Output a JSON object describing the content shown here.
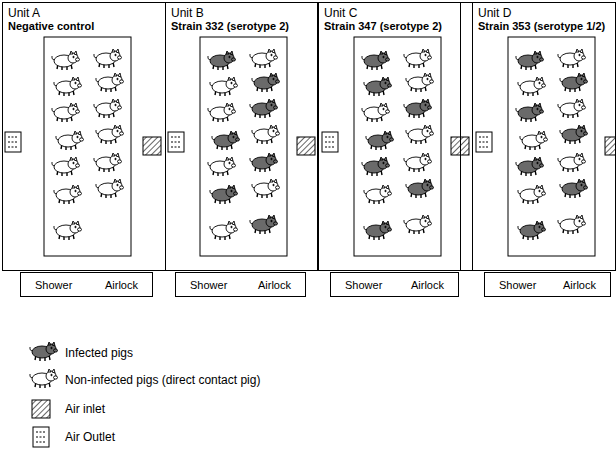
{
  "diagram": {
    "nodes": [
      {
        "text": [
          "Unit A",
          "Negative control"
        ]
      },
      {
        "text": [
          "Unit B",
          "Strain 332 (serotype 2)"
        ]
      },
      {
        "text": [
          "Unit C",
          "Strain 347 (serotype 2)"
        ]
      },
      {
        "text": [
          "Unit D",
          "Strain 353 (serotype 1/2)"
        ]
      },
      {
        "text": [
          "Shower",
          "Airlock"
        ]
      },
      {
        "text": [
          "Shower",
          "Airlock"
        ]
      },
      {
        "text": [
          "Shower",
          "Airlock"
        ]
      },
      {
        "text": [
          "Shower",
          "Airlock"
        ]
      }
    ],
    "legend": [
      {
        "text": "Infected pigs"
      },
      {
        "text": "Non-infected pigs (direct contact pig)"
      },
      {
        "text": "Air inlet"
      },
      {
        "text": "Air Outlet"
      }
    ]
  }
}
